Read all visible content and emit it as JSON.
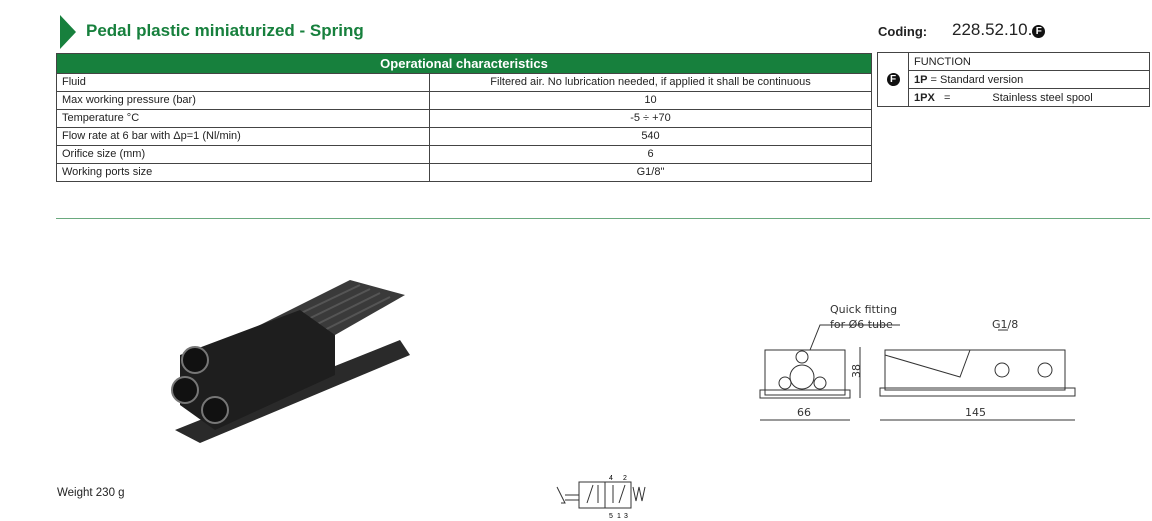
{
  "header": {
    "title": "Pedal plastic miniaturized - Spring",
    "coding_label": "Coding:",
    "coding_value": "228.52.10.",
    "coding_marker": "F"
  },
  "characteristics": {
    "heading": "Operational characteristics",
    "rows": [
      {
        "label": "Fluid",
        "value": "Filtered air. No lubrication needed, if applied it shall be continuous"
      },
      {
        "label": "Max working pressure (bar)",
        "value": "10"
      },
      {
        "label": "Temperature °C",
        "value": "-5 ÷ +70"
      },
      {
        "label": "Flow rate at 6 bar with Δp=1 (Nl/min)",
        "value": "540"
      },
      {
        "label": "Orifice size (mm)",
        "value": "6"
      },
      {
        "label": "Working ports size",
        "value": "G1/8\""
      }
    ]
  },
  "function": {
    "marker": "F",
    "heading": "FUNCTION",
    "options": [
      {
        "code": "1P",
        "eq": "=",
        "desc": "Standard version"
      },
      {
        "code": "1PX",
        "eq": "=",
        "desc": "Stainless steel spool"
      }
    ]
  },
  "drawing": {
    "note_line1": "Quick fitting",
    "note_line2": "for Ø6 tube",
    "port": "G1/8",
    "height": "38",
    "width": "66",
    "length": "145"
  },
  "symbol": {
    "ports_top": [
      "4",
      "2"
    ],
    "ports_bottom": [
      "5",
      "1",
      "3"
    ]
  },
  "weight": "Weight 230 g"
}
